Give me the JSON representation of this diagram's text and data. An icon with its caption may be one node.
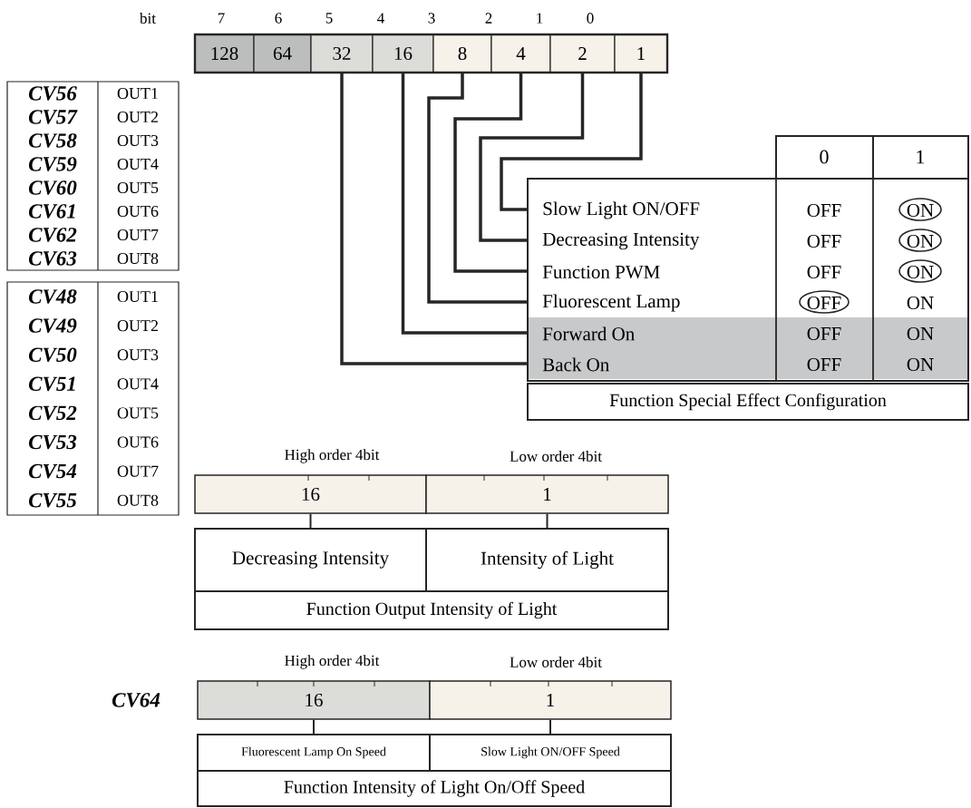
{
  "diagram": {
    "nodes": [
      {
        "text": [
          "128"
        ]
      },
      {
        "text": [
          "64"
        ]
      },
      {
        "text": [
          "32"
        ]
      },
      {
        "text": [
          "16"
        ]
      },
      {
        "text": [
          "8"
        ]
      },
      {
        "text": [
          "4"
        ]
      },
      {
        "text": [
          "2"
        ]
      },
      {
        "text": [
          "1"
        ]
      },
      {
        "text": [
          "Slow Light ON/OFF",
          "OFF",
          "ON"
        ]
      },
      {
        "text": [
          "Decreasing Intensity",
          "OFF",
          "ON"
        ]
      },
      {
        "text": [
          "Function PWM",
          "OFF",
          "ON"
        ]
      },
      {
        "text": [
          "Fluorescent Lamp",
          "OFF",
          "ON"
        ]
      },
      {
        "text": [
          "Forward On",
          "OFF",
          "ON"
        ]
      },
      {
        "text": [
          "Back On",
          "OFF",
          "ON"
        ]
      },
      {
        "text": [
          "Function Special Effect Configuration"
        ]
      },
      {
        "text": [
          "16"
        ]
      },
      {
        "text": [
          "1"
        ]
      },
      {
        "text": [
          "Decreasing Intensity"
        ]
      },
      {
        "text": [
          "Intensity of Light"
        ]
      },
      {
        "text": [
          "Function Output Intensity of Light"
        ]
      },
      {
        "text": [
          "16"
        ]
      },
      {
        "text": [
          "1"
        ]
      },
      {
        "text": [
          "Fluorescent Lamp On Speed"
        ]
      },
      {
        "text": [
          "Slow Light ON/OFF Speed"
        ]
      },
      {
        "text": [
          "Function Intensity of Light On/Off Speed"
        ]
      }
    ],
    "edges": [
      {
        "from": 7,
        "to": 8,
        "arrow": "none"
      },
      {
        "from": 6,
        "to": 9,
        "arrow": "none"
      },
      {
        "from": 5,
        "to": 10,
        "arrow": "none"
      },
      {
        "from": 4,
        "to": 11,
        "arrow": "none"
      },
      {
        "from": 3,
        "to": 12,
        "arrow": "none"
      },
      {
        "from": 2,
        "to": 13,
        "arrow": "none"
      },
      {
        "from": 15,
        "to": 17,
        "arrow": "none"
      },
      {
        "from": 16,
        "to": 18,
        "arrow": "none"
      },
      {
        "from": 20,
        "to": 22,
        "arrow": "none"
      },
      {
        "from": 21,
        "to": 23,
        "arrow": "none"
      }
    ],
    "labels": [
      "bit",
      "7",
      "6",
      "5",
      "4",
      "3",
      "2",
      "1",
      "0",
      "0",
      "1",
      "CV56",
      "OUT1",
      "CV57",
      "OUT2",
      "CV58",
      "OUT3",
      "CV59",
      "OUT4",
      "CV60",
      "OUT5",
      "CV61",
      "OUT6",
      "CV62",
      "OUT7",
      "CV63",
      "OUT8",
      "CV48",
      "OUT1",
      "CV49",
      "OUT2",
      "CV50",
      "OUT3",
      "CV51",
      "OUT4",
      "CV52",
      "OUT5",
      "CV53",
      "OUT6",
      "CV54",
      "OUT7",
      "CV55",
      "OUT8",
      "High order 4bit",
      "Low order 4bit",
      "High order 4bit",
      "Low order 4bit",
      "CV64"
    ]
  }
}
